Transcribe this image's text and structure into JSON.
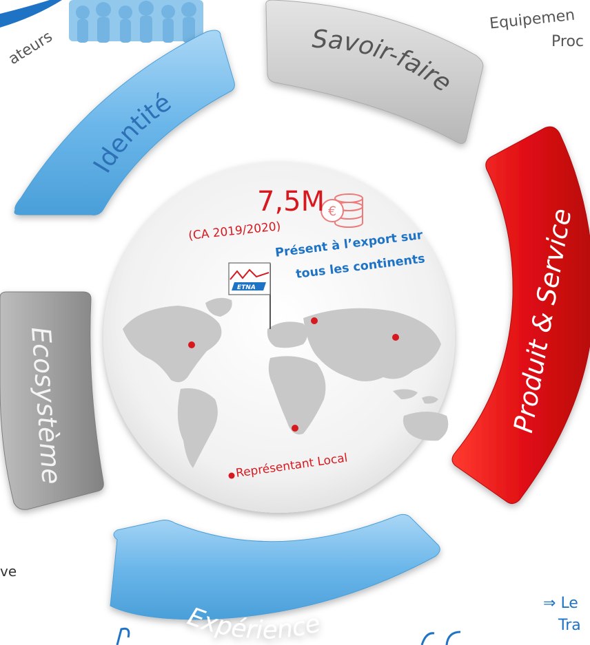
{
  "segments": {
    "identite": {
      "label": "Identité",
      "color": "#6cb7ea"
    },
    "savoir_faire": {
      "label": "Savoir-faire",
      "color": "#c6c6c6"
    },
    "produit_service": {
      "label": "Produit & Service",
      "color": "#e10f14"
    },
    "experience": {
      "label": "Expérience",
      "color": "#6cb7ea"
    },
    "ecosysteme": {
      "label": "Ecosystème",
      "color": "#9c9c9c"
    }
  },
  "center": {
    "revenue": "7,5M",
    "revenue_period": "(CA 2019/2020)",
    "export_line1": "Présent à l’export sur",
    "export_line2": "tous les continents",
    "flag_label": "ETNA",
    "legend": "Représentant Local"
  },
  "fragments": {
    "top_left_word": "ateurs",
    "top_right_1": "Equipemen",
    "top_right_2": "Proc",
    "bottom_left": "ve",
    "bottom_right_1": "Le",
    "bottom_right_2": "Tra"
  },
  "colors": {
    "accent_red": "#d7191f",
    "accent_blue": "#1f73c4",
    "map_gray": "#c8c8c8"
  }
}
